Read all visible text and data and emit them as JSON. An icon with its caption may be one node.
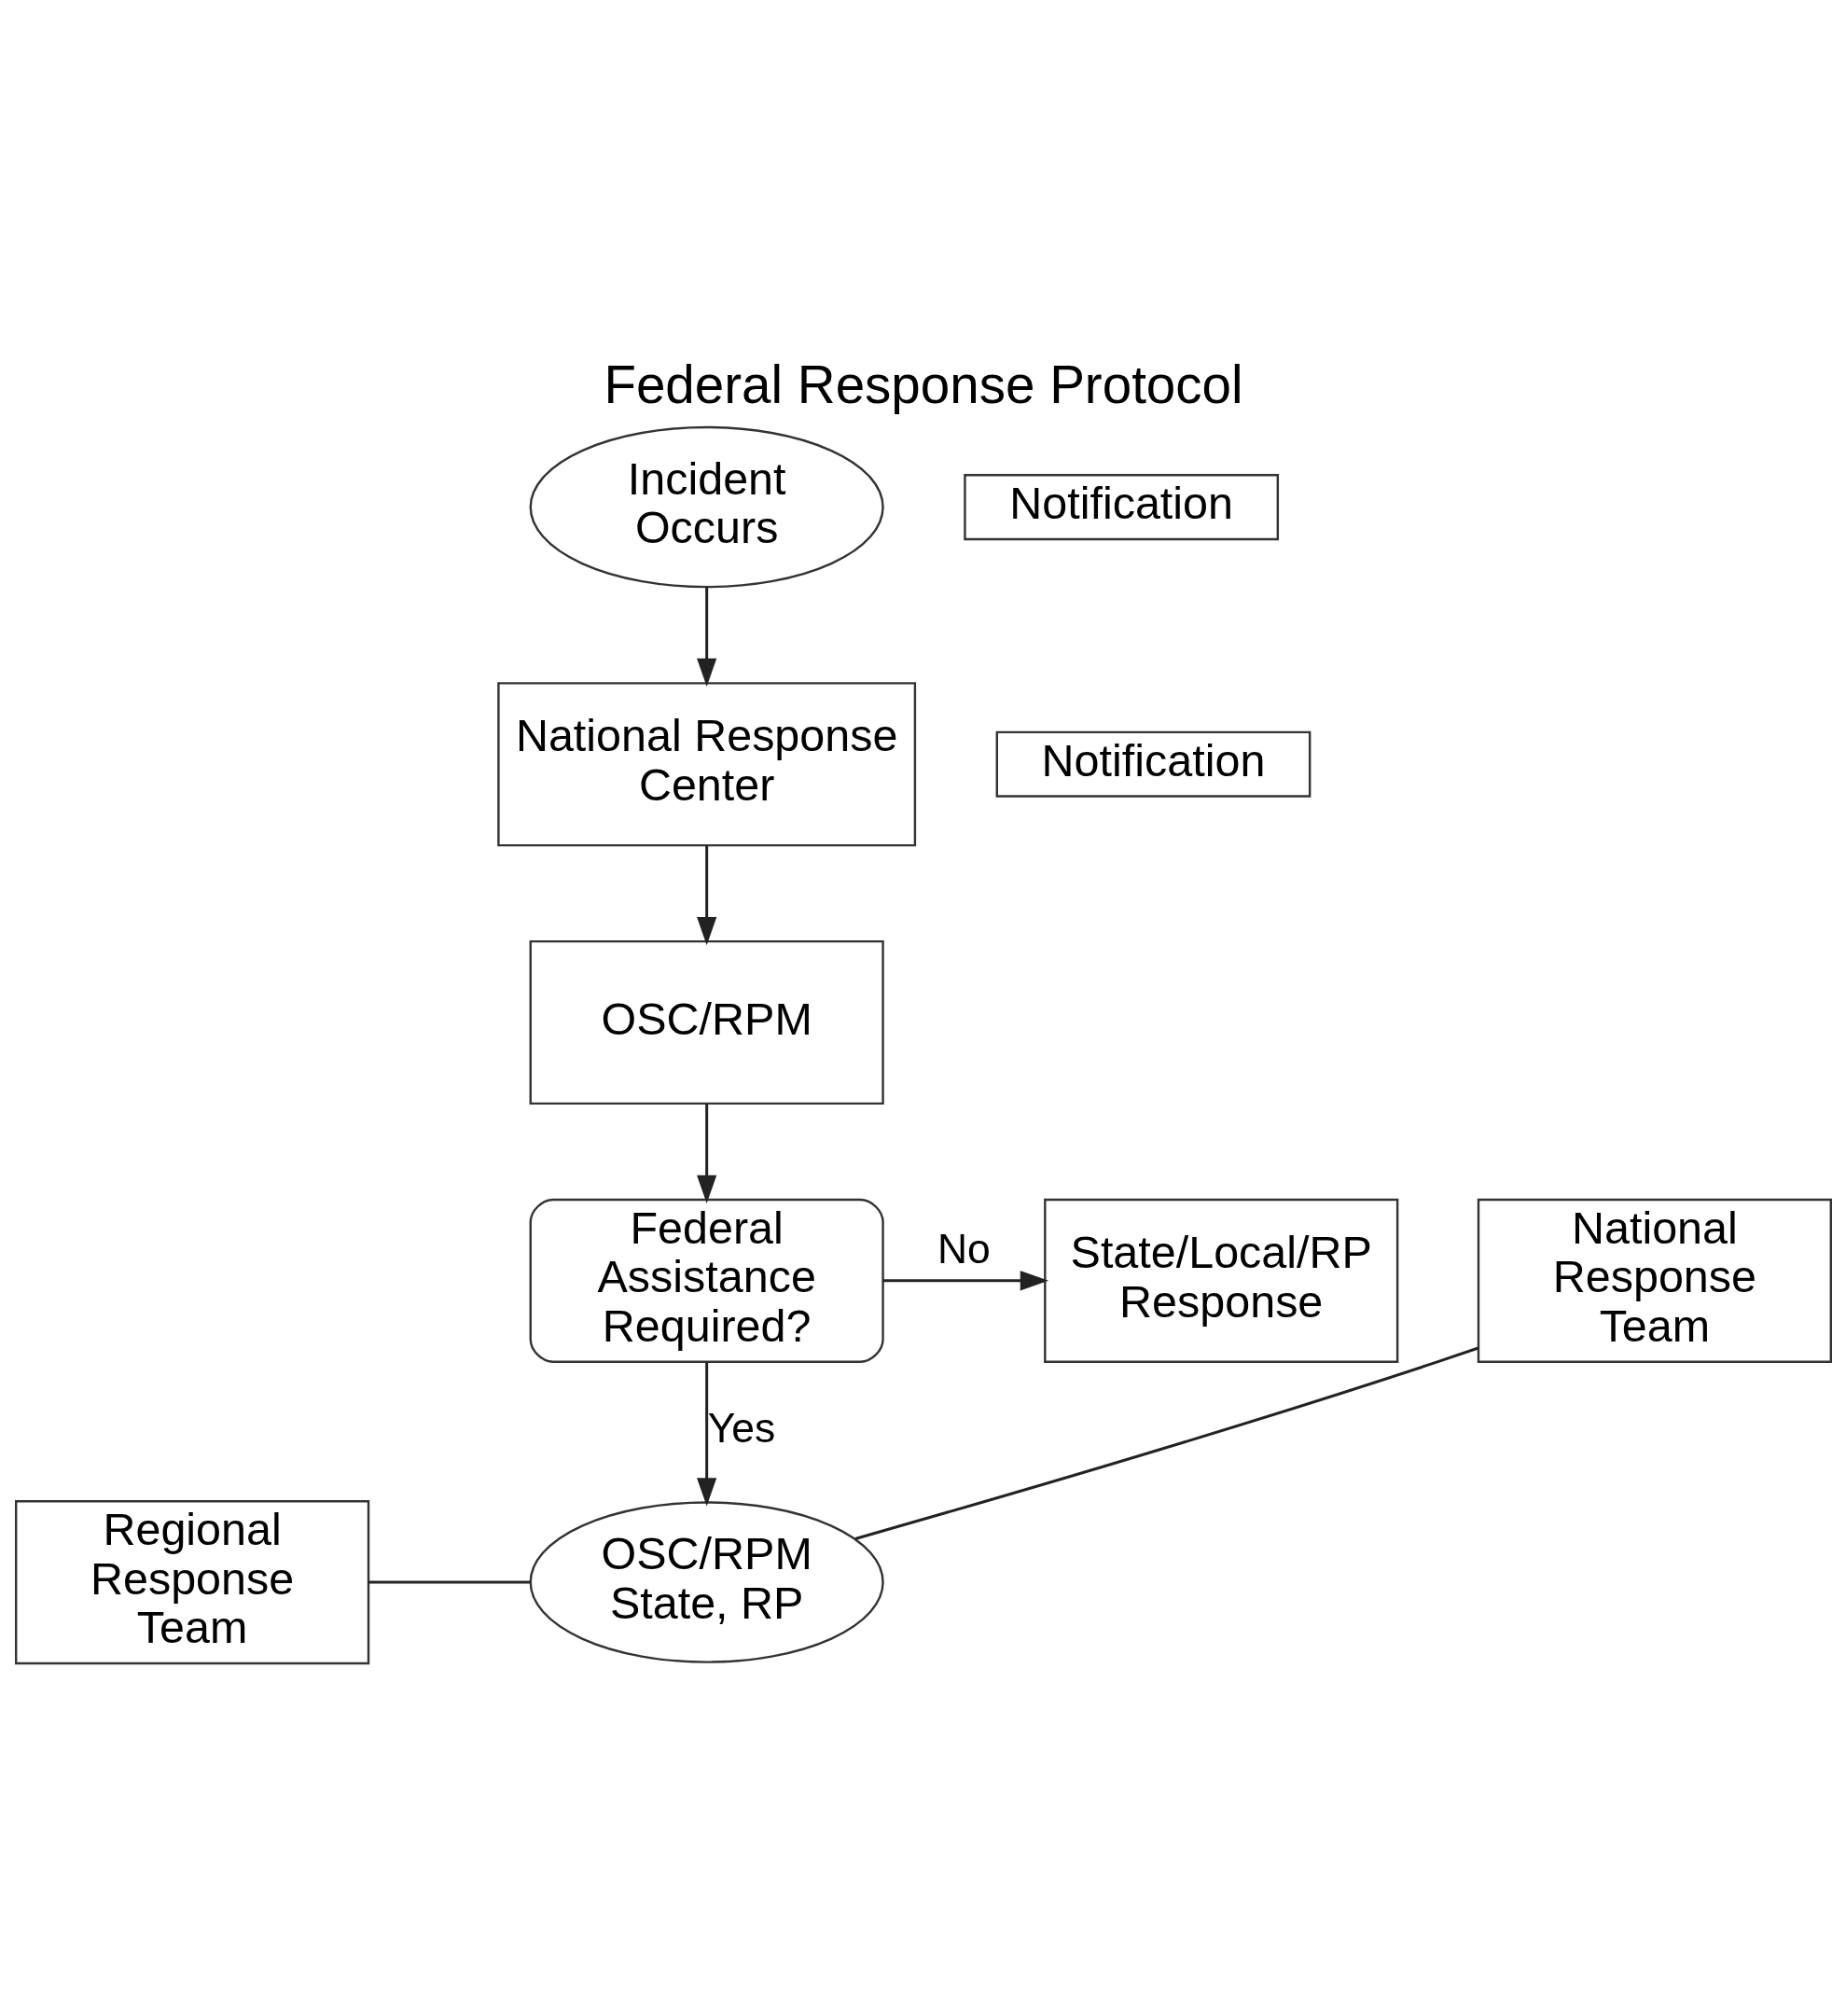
{
  "diagram": {
    "title": "Federal Response Protocol",
    "nodes": [
      {
        "text": [
          "Incident Occurs"
        ]
      },
      {
        "text": [
          "Notification"
        ]
      },
      {
        "text": [
          "National Response Center"
        ]
      },
      {
        "text": [
          "Notification"
        ]
      },
      {
        "text": [
          "OSC/RPM"
        ]
      },
      {
        "text": [
          "Federal Assistance Required?"
        ]
      },
      {
        "text": [
          "State/Local/RP Response"
        ]
      },
      {
        "text": [
          "National Response Team"
        ]
      },
      {
        "text": [
          "OSC/RPM State, RP"
        ]
      },
      {
        "text": [
          "Regional Response Team"
        ]
      }
    ],
    "edges": [
      {
        "from": 0,
        "to": 2,
        "arrow": "to"
      },
      {
        "from": 2,
        "to": 4,
        "arrow": "to"
      },
      {
        "from": 4,
        "to": 5,
        "arrow": "to"
      },
      {
        "from": 5,
        "to": 6,
        "arrow": "to",
        "label": "No"
      },
      {
        "from": 5,
        "to": 8,
        "arrow": "to",
        "label": "Yes"
      },
      {
        "from": 7,
        "to": 8,
        "arrow": "none"
      },
      {
        "from": 9,
        "to": 8,
        "arrow": "none"
      }
    ]
  }
}
